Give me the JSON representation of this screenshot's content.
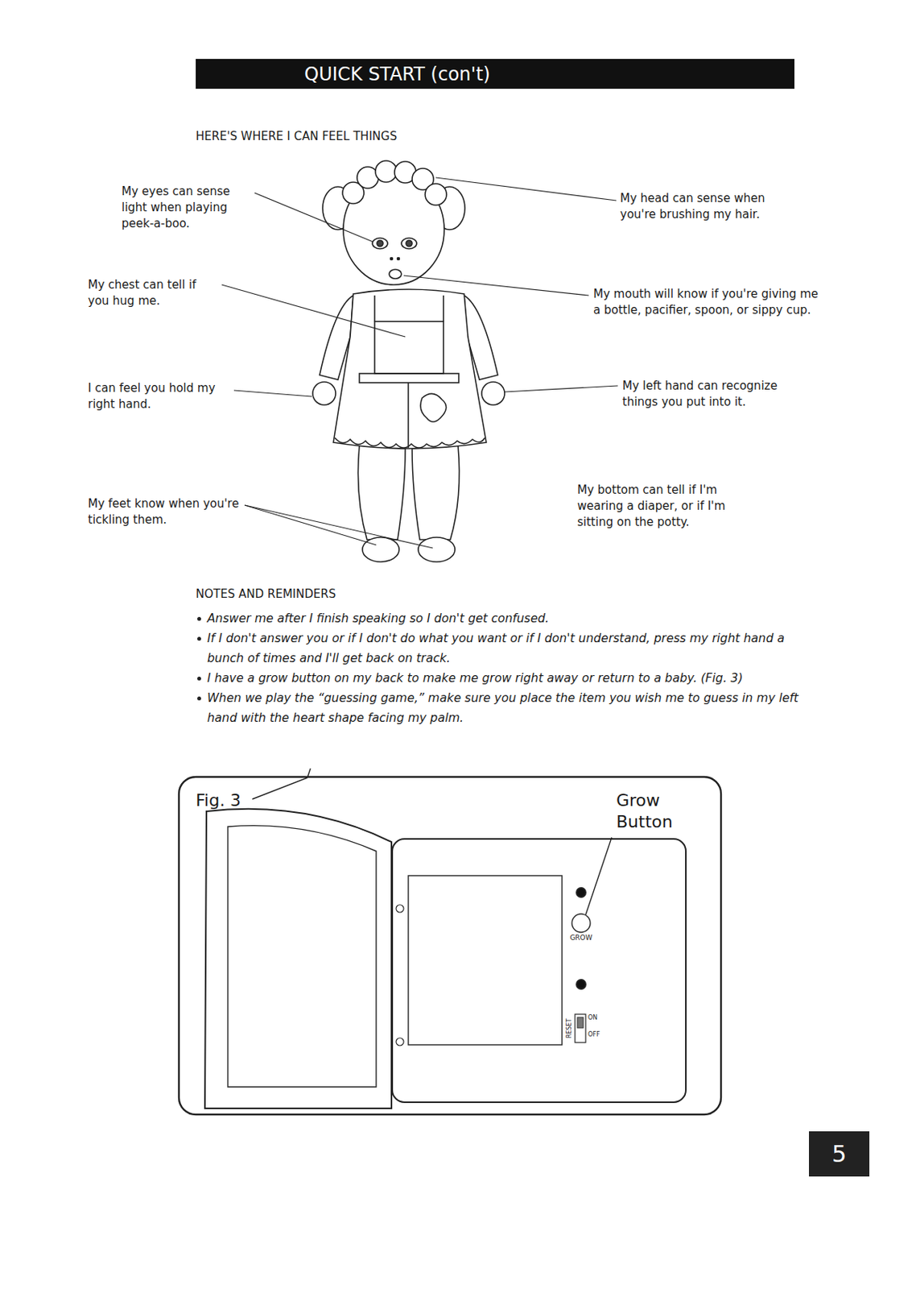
{
  "diagram": {
    "nodes": [
      {
        "text": [
          "QUICK START (con't)"
        ]
      },
      {
        "text": [
          "5"
        ]
      }
    ],
    "labels": [
      "HERE'S WHERE I CAN FEEL THINGS",
      "My eyes can sense light when playing peek-a-boo.",
      "My head can sense when you're brushing my hair.",
      "My chest can tell if you hug me.",
      "My mouth will know if you're giving me a bottle, pacifier, spoon, or sippy cup.",
      "I can feel you hold my right hand.",
      "My left hand can recognize things you put into it.",
      "My bottom can tell if I'm wearing a diaper, or if I'm sitting on the potty.",
      "My feet know when you're tickling them.",
      "NOTES AND REMINDERS",
      "Answer me after I finish speaking so I don't get confused.",
      "If I don't answer you or if I don't do what you want or if I don't understand, press my right hand a bunch of times and I'll get back on track.",
      "I have a grow button on my back to make me grow right away or return to a baby. (Fig. 3)",
      "When we play the “guessing game,” make sure you place the item you wish me to guess in my left hand with the heart shape facing my palm.",
      "Fig. 3",
      "Grow Button",
      "GROW",
      "RESET",
      "OFF",
      "ON"
    ]
  }
}
